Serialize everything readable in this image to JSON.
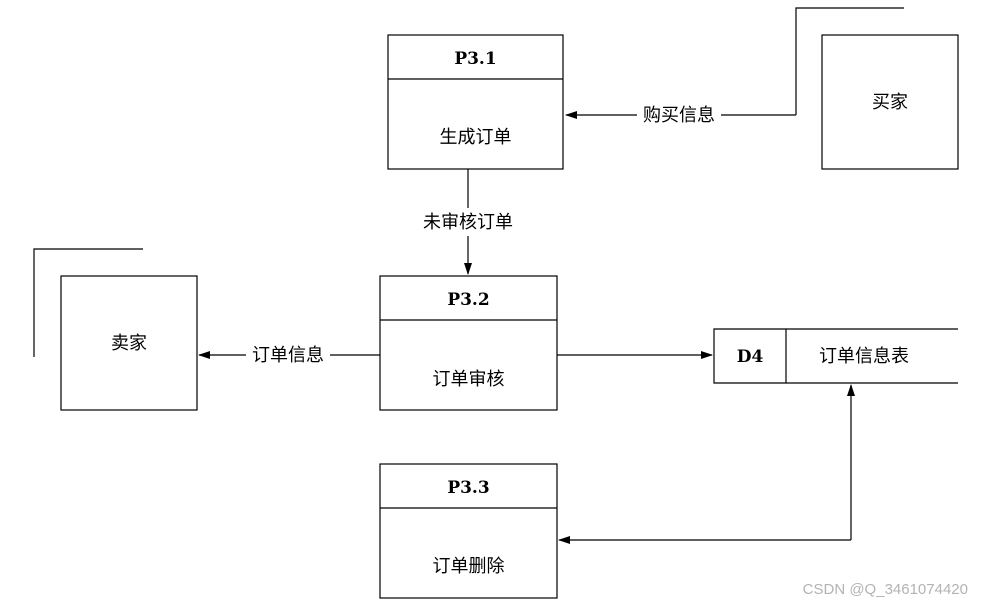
{
  "processes": [
    {
      "id": "P3.1",
      "name": "生成订单"
    },
    {
      "id": "P3.2",
      "name": "订单审核"
    },
    {
      "id": "P3.3",
      "name": "订单删除"
    }
  ],
  "entities": {
    "buyer": "买家",
    "seller": "卖家"
  },
  "data_store": {
    "id": "D4",
    "name": "订单信息表"
  },
  "flows": {
    "purchase_info": "购买信息",
    "unreviewed_order": "未审核订单",
    "order_info": "订单信息"
  },
  "watermark": "CSDN @Q_3461074420"
}
